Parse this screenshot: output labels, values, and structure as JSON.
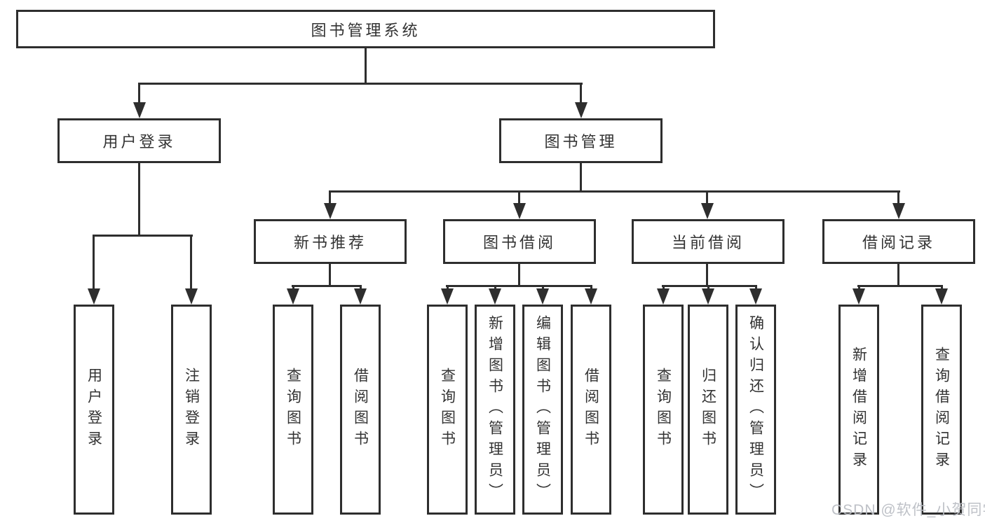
{
  "diagram": {
    "title": "图书管理系统",
    "root": {
      "label": "图书管理系统"
    },
    "level2": [
      {
        "label": "用户登录"
      },
      {
        "label": "图书管理"
      }
    ],
    "level3": [
      {
        "label": "新书推荐"
      },
      {
        "label": "图书借阅"
      },
      {
        "label": "当前借阅"
      },
      {
        "label": "借阅记录"
      }
    ],
    "leaves": [
      {
        "label": "用户登录"
      },
      {
        "label": "注销登录"
      },
      {
        "label": "查询图书"
      },
      {
        "label": "借阅图书"
      },
      {
        "label": "查询图书"
      },
      {
        "label": "新增图书（管理员）"
      },
      {
        "label": "编辑图书（管理员）"
      },
      {
        "label": "借阅图书"
      },
      {
        "label": "查询图书"
      },
      {
        "label": "归还图书"
      },
      {
        "label": "确认归还（管理员）"
      },
      {
        "label": "新增借阅记录"
      },
      {
        "label": "查询借阅记录"
      }
    ],
    "colors": {
      "line": "#2e2e2e",
      "text": "#333333",
      "background": "#ffffff",
      "watermark": "#babec4"
    }
  },
  "watermark": {
    "text": "CSDN @软件_小贺同学"
  }
}
